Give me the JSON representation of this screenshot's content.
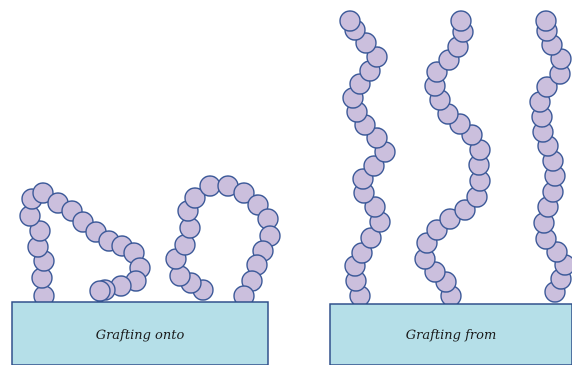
{
  "panels": [
    {
      "id": "onto",
      "label": "Grafting onto"
    },
    {
      "id": "from",
      "label": "Grafting from"
    }
  ],
  "colors": {
    "bead_fill": "#cbbfdd",
    "bead_stroke": "#3d5a99",
    "substrate_fill": "#b5dfe8",
    "substrate_stroke": "#2e4f8a"
  }
}
